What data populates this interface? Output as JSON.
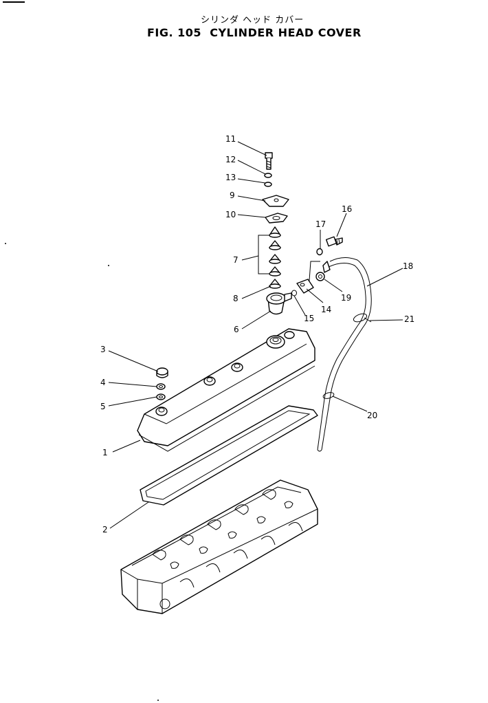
{
  "figure": {
    "title_jp": "シリンダ ヘッド カバー",
    "title_en": "FIG. 105  CYLINDER HEAD COVER"
  },
  "callouts": {
    "c1": "1",
    "c2": "2",
    "c3": "3",
    "c4": "4",
    "c5": "5",
    "c6": "6",
    "c7": "7",
    "c8": "8",
    "c9": "9",
    "c10": "10",
    "c11": "11",
    "c12": "12",
    "c13": "13",
    "c14": "14",
    "c15": "15",
    "c16": "16",
    "c17": "17",
    "c18": "18",
    "c19": "19",
    "c20": "20",
    "c21": "21"
  }
}
